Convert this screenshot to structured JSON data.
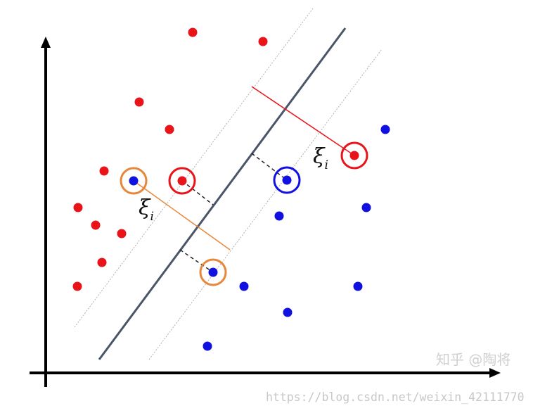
{
  "diagram": {
    "labels": {
      "slack_right": "ξ",
      "slack_right_sub": "i",
      "slack_left": "ξ",
      "slack_left_sub": "i"
    },
    "colors": {
      "class_positive": "#e8141a",
      "class_negative": "#1010e0",
      "hyperplane": "#4a5568",
      "margin": "#aaaaaa",
      "slack_orange": "#e8873a",
      "slack_red": "#e8141a"
    }
  },
  "watermark": {
    "url": "https://blog.csdn.net/weixin_42111770",
    "zhihu": "知乎 @陶将"
  }
}
